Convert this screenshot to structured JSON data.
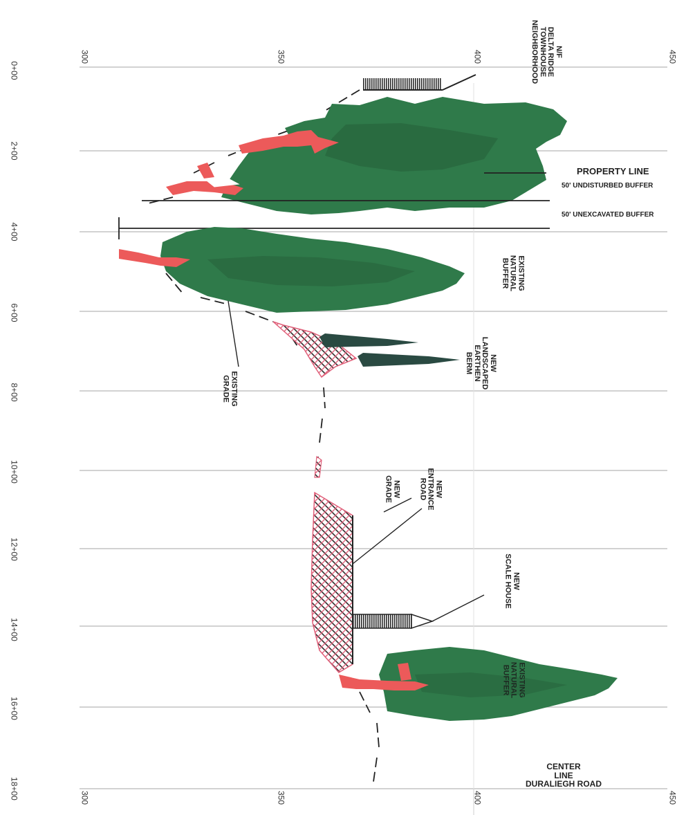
{
  "stations": [
    "0+00",
    "2+00",
    "4+00",
    "6+00",
    "8+00",
    "10+00",
    "12+00",
    "14+00",
    "16+00",
    "18+00"
  ],
  "elevations_top": [
    "300",
    "350",
    "400",
    "450"
  ],
  "elevations_bottom": [
    "300",
    "350",
    "400",
    "450"
  ],
  "labels": {
    "neighborhood": [
      "N/F",
      "DELTA RIDGE",
      "TOWNHOUSE",
      "NEIGHBORHOOD"
    ],
    "property_line": "PROPERTY LINE",
    "undisturbed_buffer": "50' UNDISTURBED BUFFER",
    "unexcavated_buffer": "50' UNEXCAVATED BUFFER",
    "existing_buffer_1": [
      "EXISTING",
      "NATURAL",
      "BUFFER"
    ],
    "berm": [
      "NEW",
      "LANDSCAPED",
      "EARTHEN",
      "BERM"
    ],
    "existing_grade": [
      "EXISTING",
      "GRADE"
    ],
    "entrance_road": [
      "NEW",
      "ENTRANCE",
      "ROAD"
    ],
    "new_grade": [
      "NEW",
      "GRADE"
    ],
    "scale_house": [
      "NEW",
      "SCALE HOUSE"
    ],
    "existing_buffer_2": [
      "EXISTING",
      "NATURAL",
      "BUFFER"
    ],
    "center_line": [
      "CENTER",
      "LINE",
      "DURALIEGH ROAD"
    ]
  },
  "colors": {
    "tree": "#2f7a4a",
    "tree_dark": "#26603a",
    "trunk": "#ec5a5a",
    "fill_pattern_a": "#2b2b2b",
    "fill_pattern_b": "#e0607a",
    "conifer": "#2a4a42",
    "grid": "#b8b8b8",
    "line": "#222222"
  }
}
